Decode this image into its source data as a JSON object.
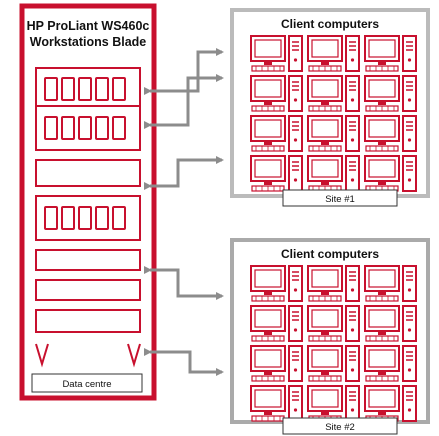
{
  "blade": {
    "title_line1": "HP ProLiant WS460c",
    "title_line2": "Workstations Blade"
  },
  "data_centre_label": "Data centre",
  "sites": [
    {
      "title": "Client computers",
      "label": "Site #1"
    },
    {
      "title": "Client computers",
      "label": "Site #2"
    }
  ],
  "colors": {
    "rack_red": "#c8102e",
    "site_border": "#aaaaaa",
    "arrow": "#8c8c8c",
    "panel": "#ffffff"
  },
  "icons": [
    "monitor-icon",
    "tower-icon",
    "connection-arrow-icon"
  ]
}
